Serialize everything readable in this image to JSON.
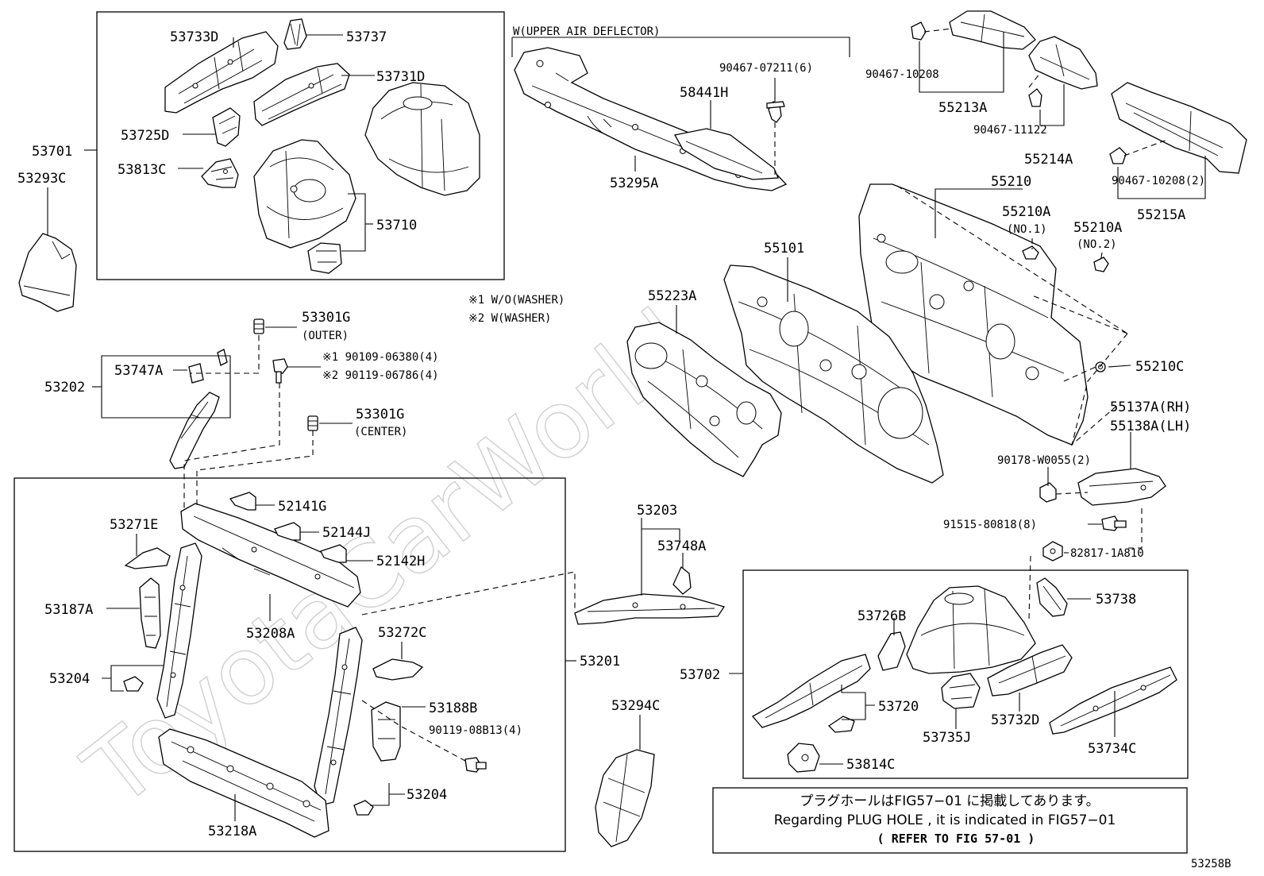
{
  "watermark": "ToyotaCarWorld",
  "diagram_code": "53258B",
  "washer_notes": {
    "n1": "※1 W/O(WASHER)",
    "n2": "※2 W(WASHER)"
  },
  "deflector_label": "W(UPPER AIR DEFLECTOR)",
  "note_box": {
    "line1": "プラグホールはFIG57−01 に掲載してあります。",
    "line2": "Regarding  PLUG HOLE , it is indicated in FIG57−01",
    "line3": "(    REFER TO FIG 57-01  )"
  },
  "labels": {
    "p53701": "53701",
    "p53733D": "53733D",
    "p53737": "53737",
    "p53731D": "53731D",
    "p53725D": "53725D",
    "p53813C": "53813C",
    "p53710": "53710",
    "p53293C": "53293C",
    "p58441H": "58441H",
    "p90467_07211": "90467-07211(6)",
    "p53295A": "53295A",
    "p90467_10208": "90467-10208",
    "p55213A": "55213A",
    "p90467_11122": "90467-11122",
    "p55214A": "55214A",
    "p90467_10208_2": "90467-10208(2)",
    "p55215A": "55215A",
    "p55210": "55210",
    "p55210A_1": "55210A",
    "p55210A_1n": "(NO.1)",
    "p55210A_2": "55210A",
    "p55210A_2n": "(NO.2)",
    "p55101": "55101",
    "p55223A": "55223A",
    "p55210C": "55210C",
    "p55137A": "55137A(RH)",
    "p55138A": "55138A(LH)",
    "p90178": "90178-W0055(2)",
    "p91515": "91515-80818(8)",
    "p82817": "82817-1A810",
    "p53301G_o": "53301G",
    "p53301G_on": "(OUTER)",
    "p90109": "※1 90109-06380(4)",
    "p90119_a": "※2 90119-06786(4)",
    "p53301G_c": "53301G",
    "p53301G_cn": "(CENTER)",
    "p53202": "53202",
    "p53747A": "53747A",
    "p52141G": "52141G",
    "p52144J": "52144J",
    "p52142H": "52142H",
    "p53271E": "53271E",
    "p53187A": "53187A",
    "p53208A": "53208A",
    "p53272C": "53272C",
    "p53204a": "53204",
    "p53201": "53201",
    "p53188B": "53188B",
    "p90119_b": "90119-08B13(4)",
    "p53204b": "53204",
    "p53218A": "53218A",
    "p53203": "53203",
    "p53748A": "53748A",
    "p53294C": "53294C",
    "p53702": "53702",
    "p53738": "53738",
    "p53726B": "53726B",
    "p53720": "53720",
    "p53732D": "53732D",
    "p53735J": "53735J",
    "p53734C": "53734C",
    "p53814C": "53814C"
  }
}
